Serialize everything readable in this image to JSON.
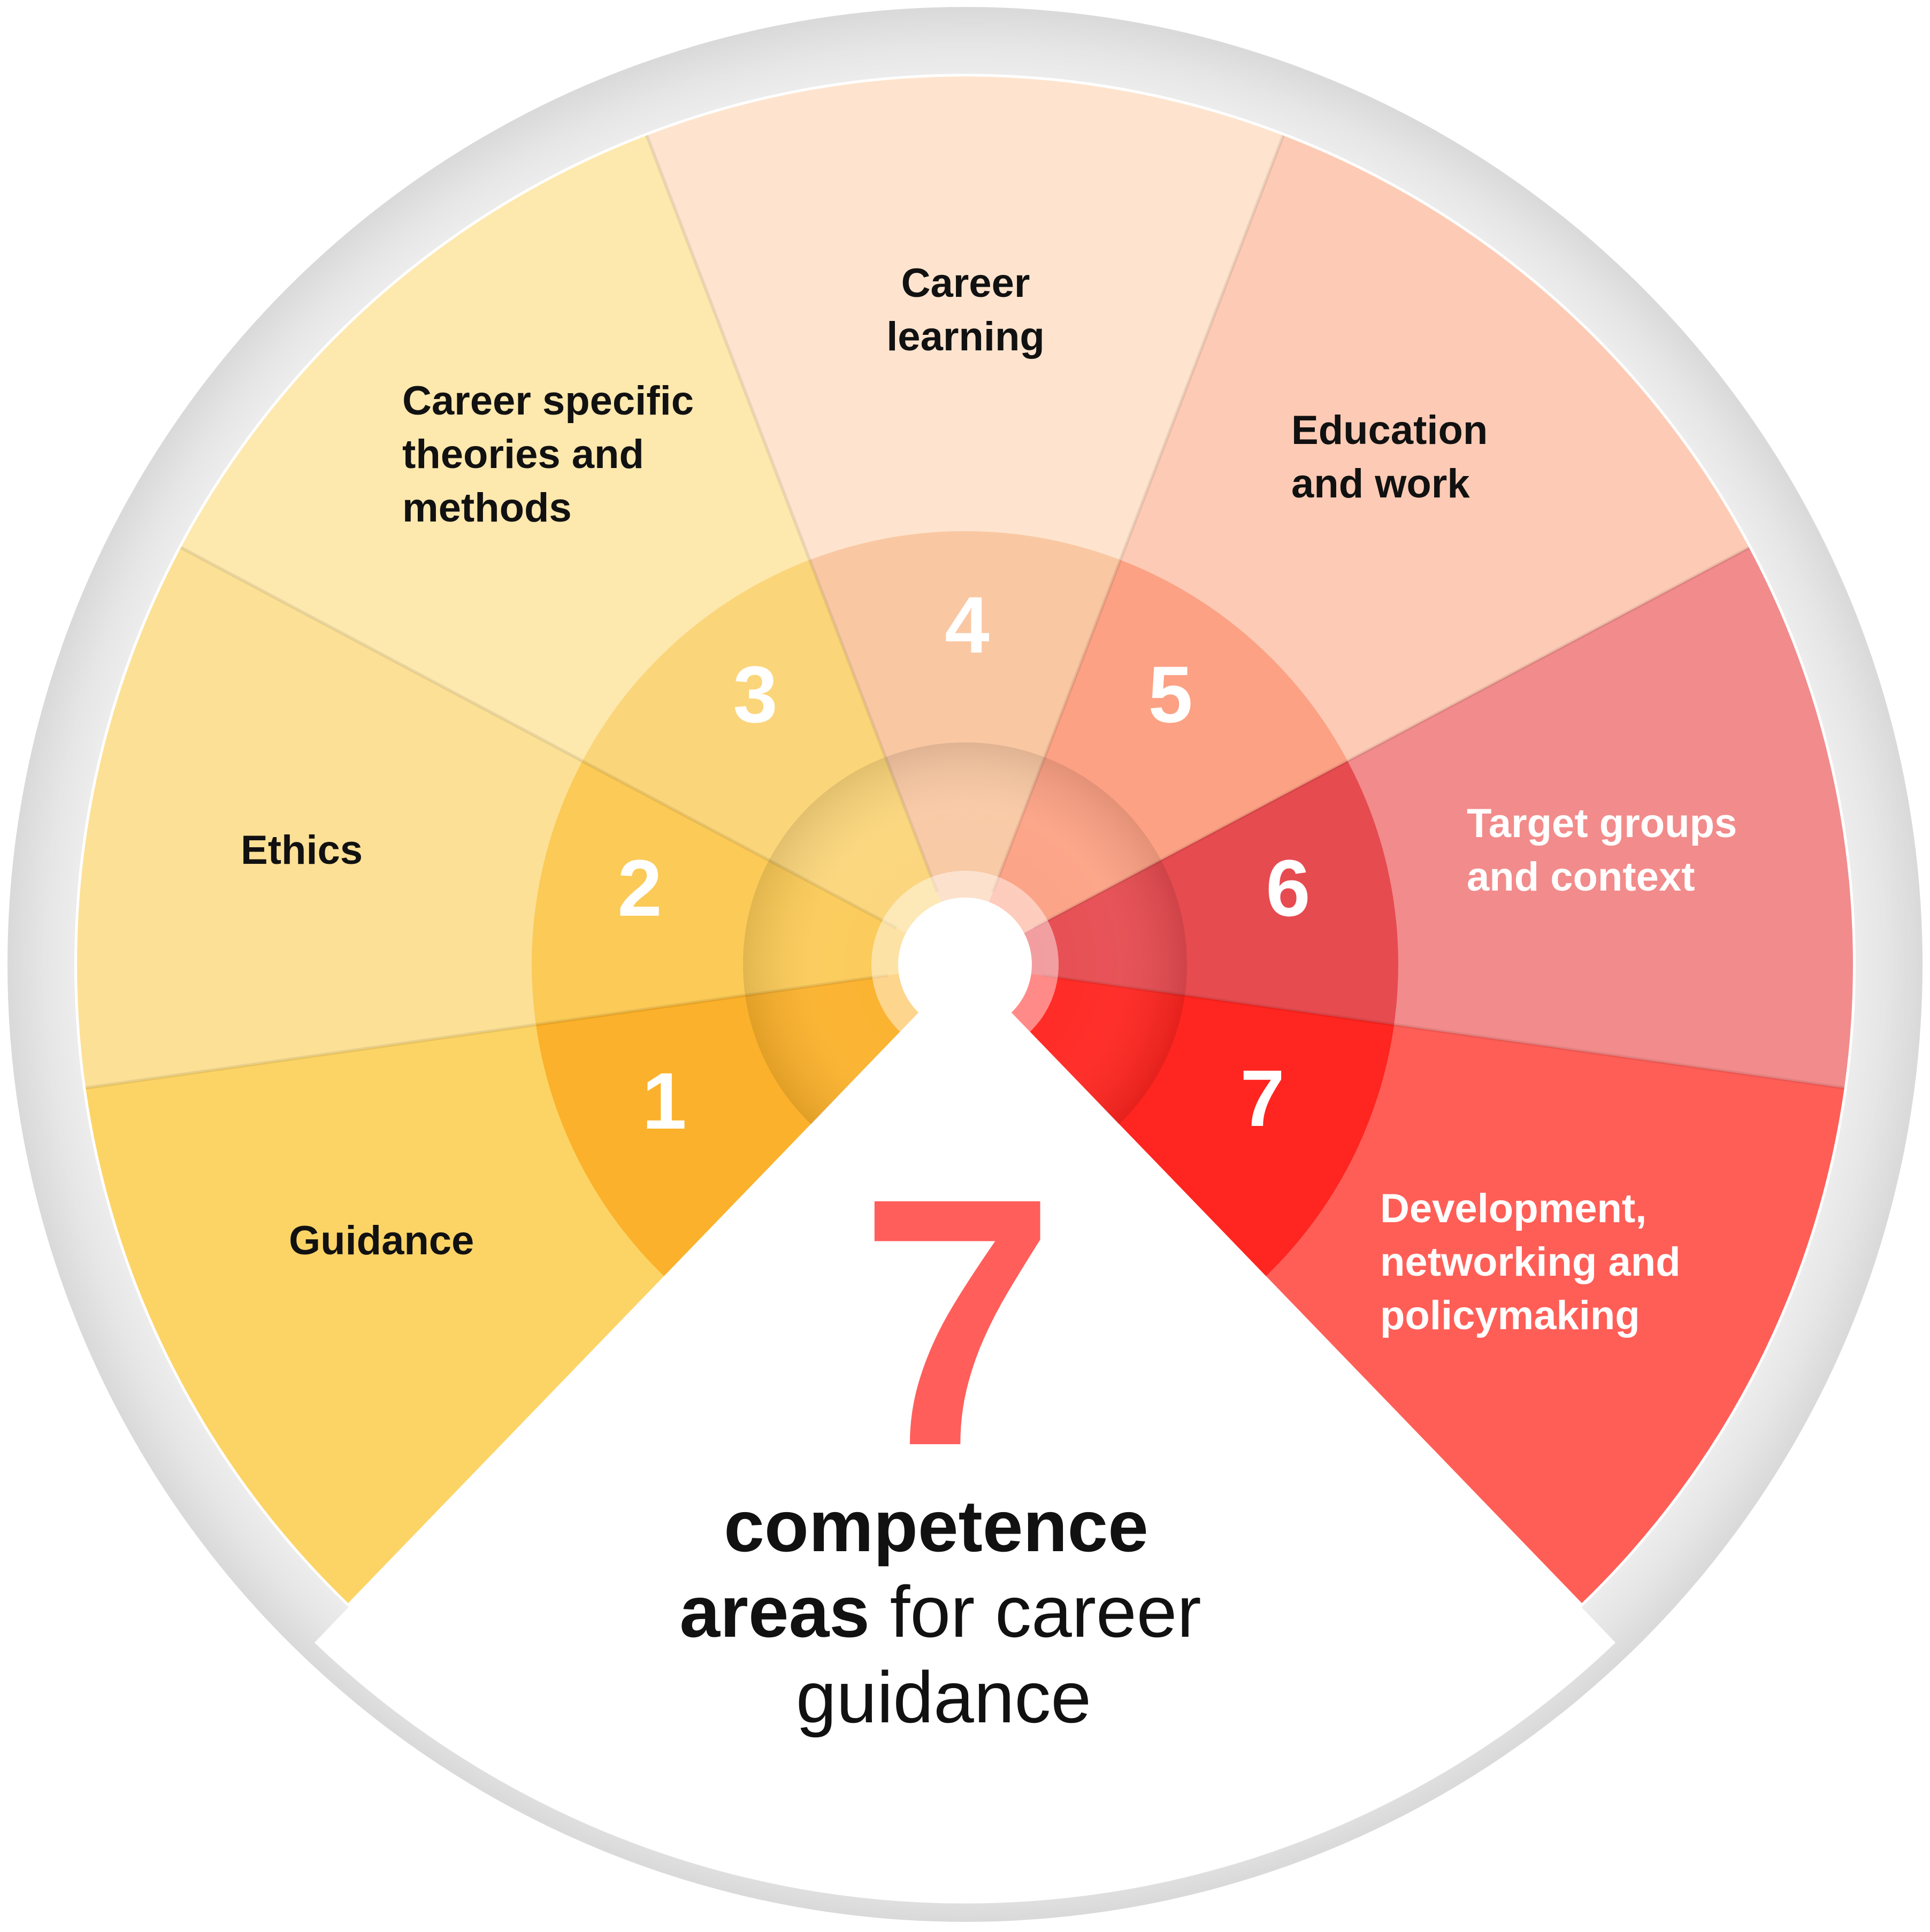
{
  "center": {
    "big_number": "7",
    "big_number_color": "#FF5E5B",
    "caption_line1_bold": "competence",
    "caption_line2_bold": "areas",
    "caption_line2_regular": " for career",
    "caption_line3": "guidance"
  },
  "segments": [
    {
      "number": "1",
      "label_lines": [
        "Guidance"
      ],
      "outer_color": "#FCD466",
      "mid_color": "#FBB12B",
      "text_color": "#111111"
    },
    {
      "number": "2",
      "label_lines": [
        "Ethics"
      ],
      "outer_color": "#FCE096",
      "mid_color": "#FBCA57",
      "text_color": "#111111"
    },
    {
      "number": "3",
      "label_lines": [
        "Career specific",
        "theories and",
        "methods"
      ],
      "outer_color": "#FDE8AE",
      "mid_color": "#FBD57A",
      "text_color": "#111111"
    },
    {
      "number": "4",
      "label_lines": [
        "Career",
        "learning"
      ],
      "outer_color": "#FEE4CE",
      "mid_color": "#F9C8A3",
      "text_color": "#111111"
    },
    {
      "number": "5",
      "label_lines": [
        "Education",
        "and work"
      ],
      "outer_color": "#FDCBB5",
      "mid_color": "#FCA184",
      "text_color": "#111111"
    },
    {
      "number": "6",
      "label_lines": [
        "Target groups",
        "and context"
      ],
      "outer_color": "#F28B8B",
      "mid_color": "#E64B50",
      "text_color": "#ffffff"
    },
    {
      "number": "7",
      "label_lines": [
        "Development,",
        "networking and",
        "policymaking"
      ],
      "outer_color": "#FF5E57",
      "mid_color": "#FF2520",
      "text_color": "#ffffff"
    }
  ]
}
